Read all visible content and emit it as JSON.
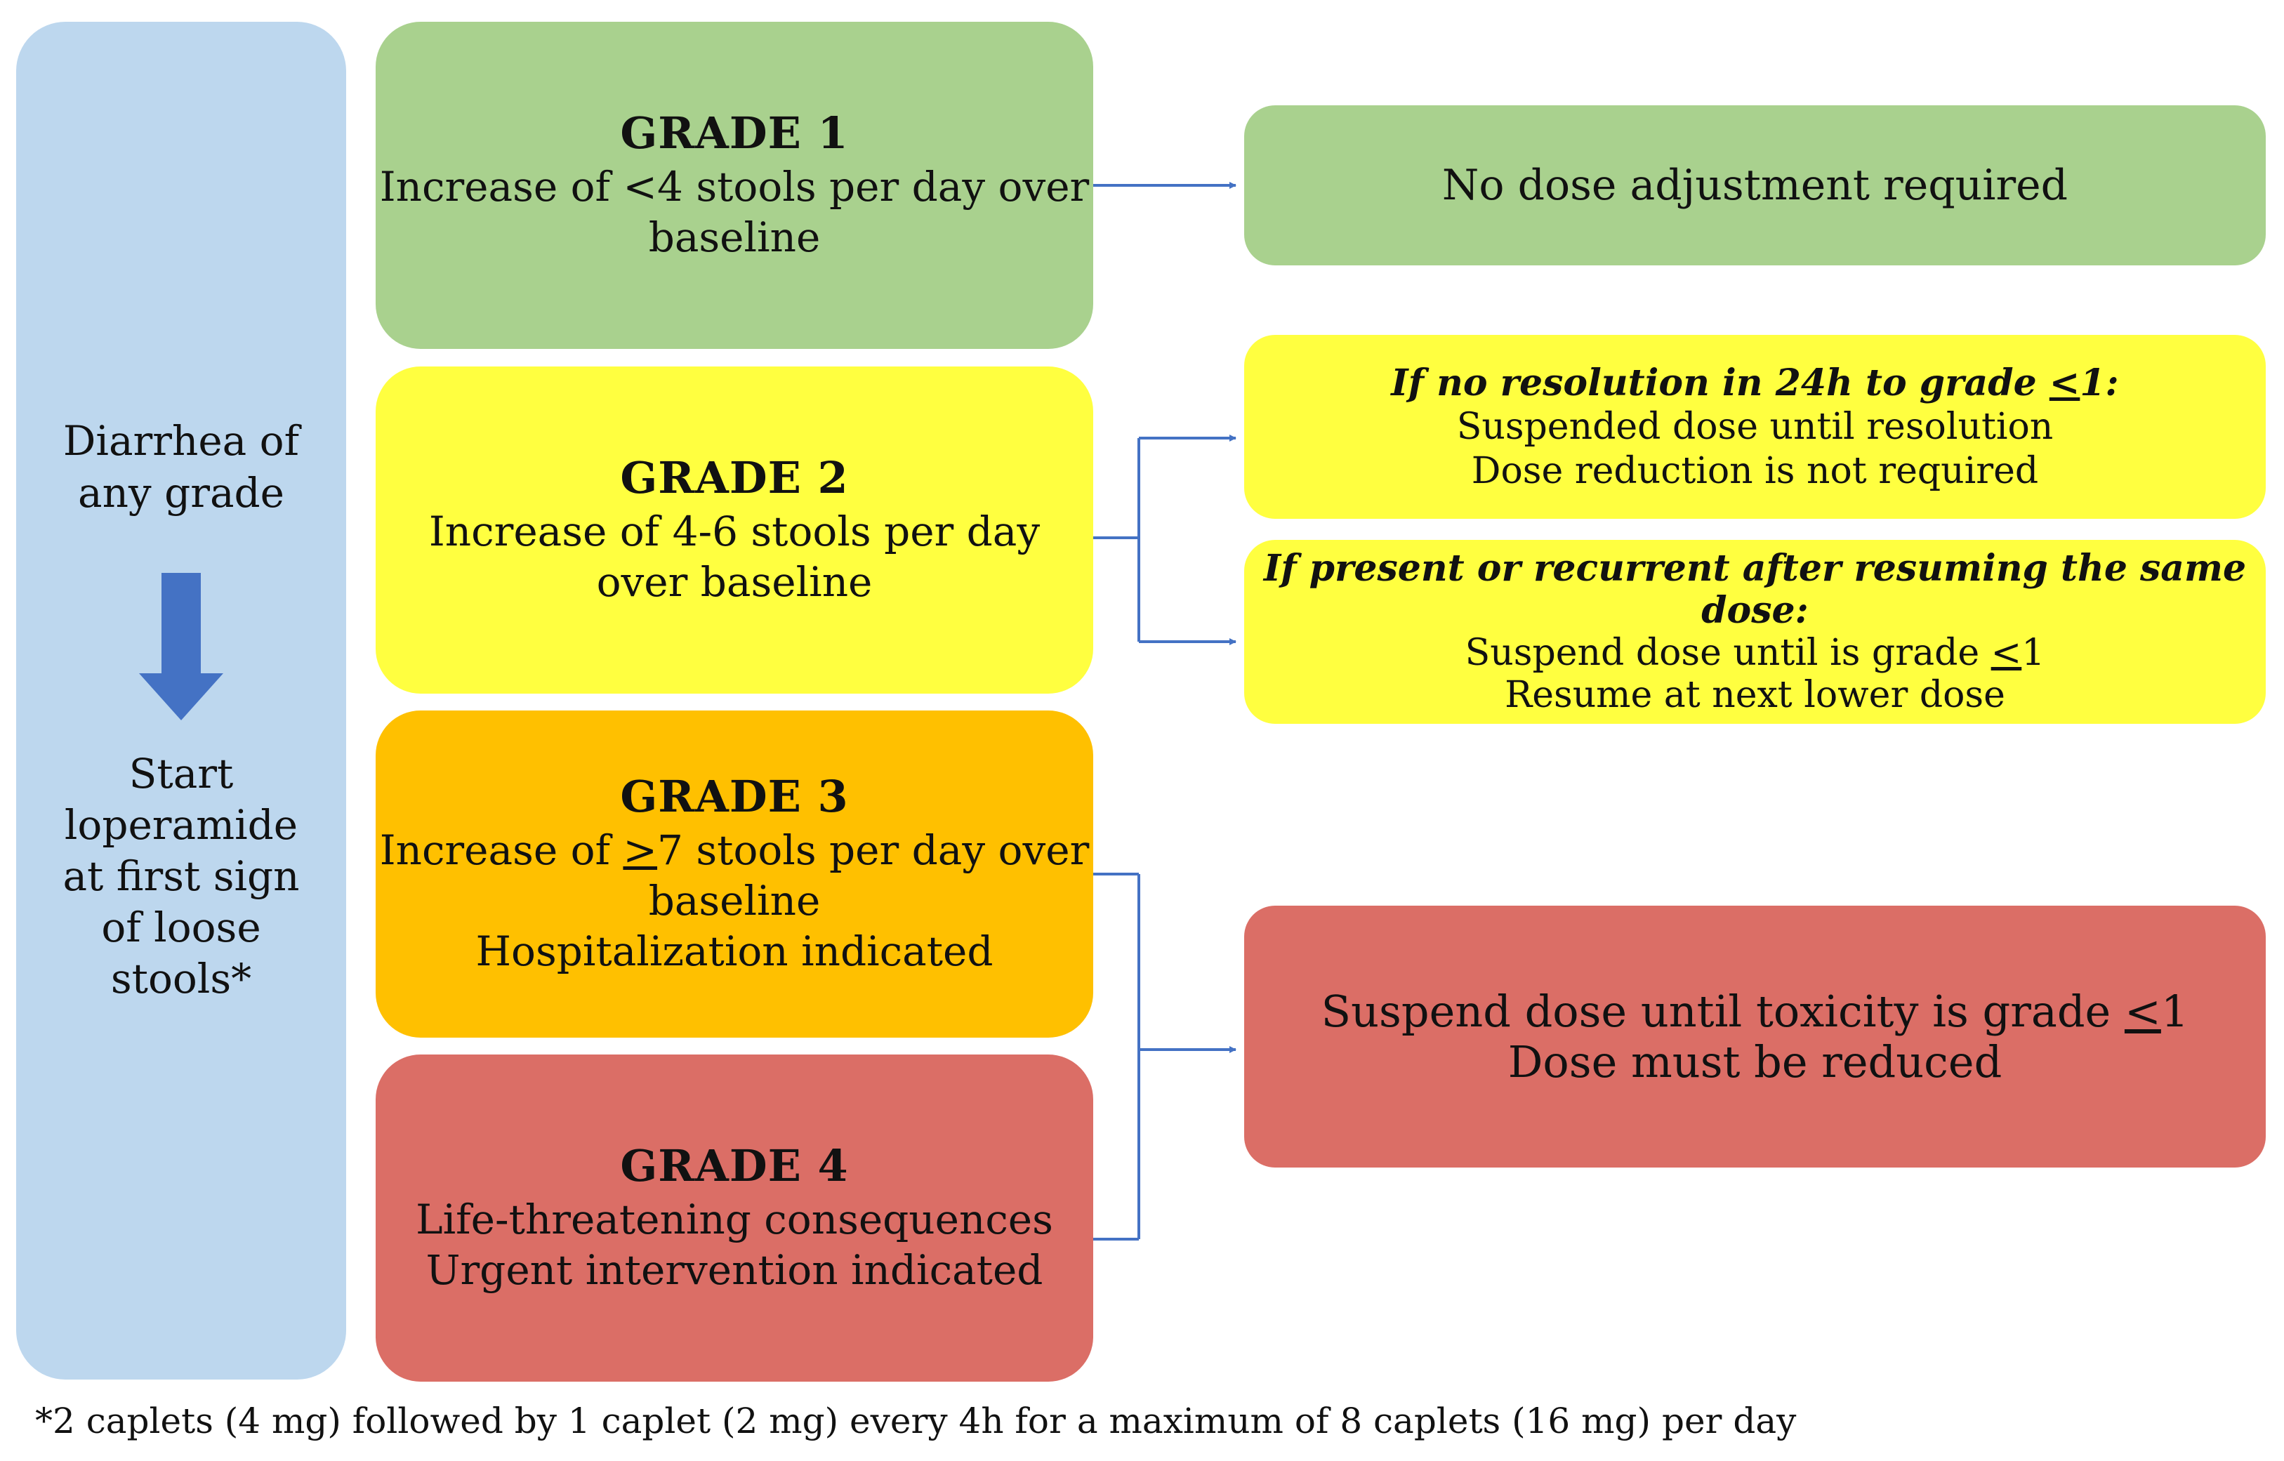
{
  "left_panel": {
    "top_line1": "Diarrhea of",
    "top_line2": "any grade",
    "bottom_lines": [
      "Start",
      "loperamide",
      "at first sign",
      "of loose",
      "stools*"
    ]
  },
  "grades": [
    {
      "title": "GRADE 1",
      "line1_pre": "Increase of <4 stools per day over",
      "line1_u": "",
      "line1_post": "",
      "line2": "baseline",
      "line3": ""
    },
    {
      "title": "GRADE 2",
      "line1_pre": "Increase of 4-6 stools per day",
      "line1_u": "",
      "line1_post": "",
      "line2": "over baseline",
      "line3": ""
    },
    {
      "title": "GRADE 3",
      "line1_pre": "Increase of ",
      "line1_u": ">",
      "line1_post": "7 stools per day over",
      "line2": "baseline",
      "line3": "Hospitalization indicated"
    },
    {
      "title": "GRADE 4",
      "line1_pre": "Life-threatening consequences",
      "line1_u": "",
      "line1_post": "",
      "line2": "Urgent intervention indicated",
      "line3": ""
    }
  ],
  "outcomes": {
    "grade1": "No dose adjustment required",
    "grade2a": {
      "heading_pre": "If no resolution in 24h to grade ",
      "heading_u": "<",
      "heading_post": "1:",
      "line1": "Suspended dose until resolution",
      "line2": "Dose reduction is not required"
    },
    "grade2b": {
      "heading": "If present or recurrent after resuming the same dose:",
      "line1_pre": "Suspend dose until is grade ",
      "line1_u": "<",
      "line1_post": "1",
      "line2": "Resume at next lower dose"
    },
    "grade34": {
      "line1_pre": "Suspend dose until toxicity is grade ",
      "line1_u": "<",
      "line1_post": "1",
      "line2": "Dose must be reduced"
    }
  },
  "footnote": "*2 caplets (4 mg) followed by 1 caplet (2 mg) every 4h for a maximum of 8 caplets (16 mg) per day",
  "colors": {
    "left_panel": "#bdd7ee",
    "grade1": "#a9d18e",
    "grade2": "#ffff40",
    "grade3": "#ffc000",
    "grade4": "#db6e66",
    "arrow": "#4472c4",
    "connector": "#4472c4"
  }
}
